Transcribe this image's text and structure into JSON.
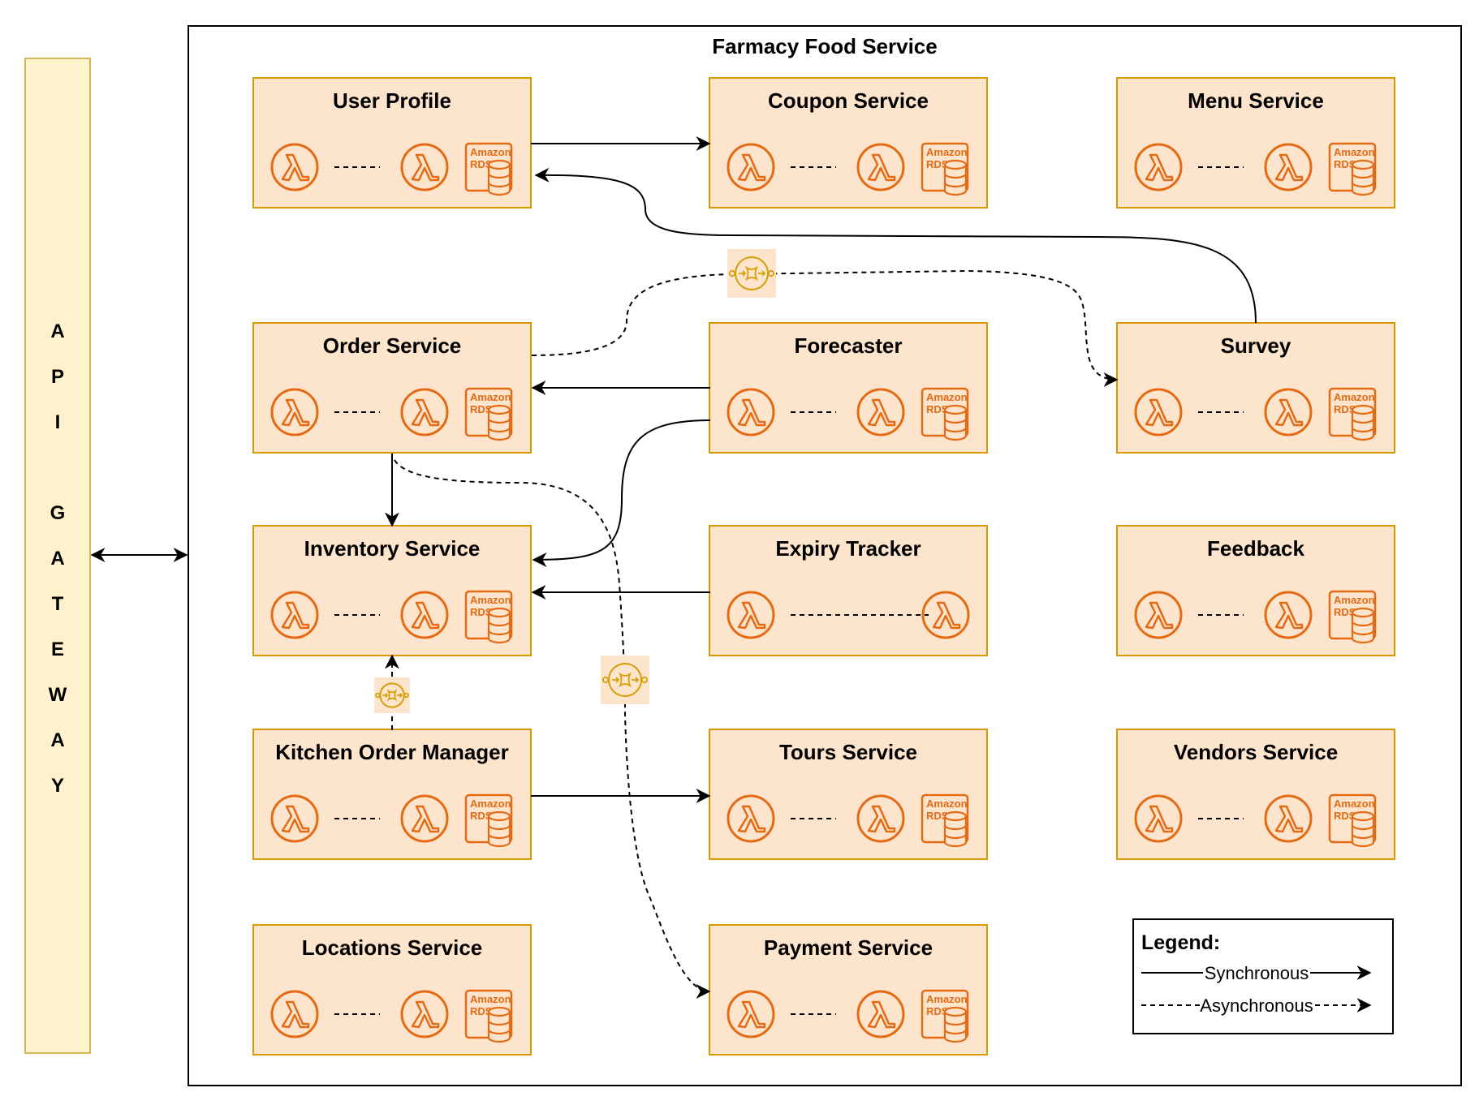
{
  "title": "Farmacy Food Service",
  "gateway": {
    "letters": [
      "A",
      "P",
      "I",
      "",
      "G",
      "A",
      "T",
      "E",
      "W",
      "A",
      "Y"
    ]
  },
  "services": [
    {
      "name": "User Profile",
      "rds": true
    },
    {
      "name": "Coupon Service",
      "rds": true
    },
    {
      "name": "Menu Service",
      "rds": true
    },
    {
      "name": "Order Service",
      "rds": true
    },
    {
      "name": "Forecaster",
      "rds": true
    },
    {
      "name": "Survey",
      "rds": true
    },
    {
      "name": "Inventory Service",
      "rds": true
    },
    {
      "name": "Expiry Tracker",
      "rds": false
    },
    {
      "name": "Feedback",
      "rds": true
    },
    {
      "name": "Kitchen Order Manager",
      "rds": true
    },
    {
      "name": "Tours Service",
      "rds": true
    },
    {
      "name": "Vendors Service",
      "rds": true
    },
    {
      "name": "Locations Service",
      "rds": true
    },
    {
      "name": "Payment Service",
      "rds": true
    }
  ],
  "rds_label": {
    "line1": "Amazon",
    "line2": "RDS"
  },
  "legend": {
    "title": "Legend:",
    "synchronous": "Synchronous",
    "asynchronous": "Asynchronous"
  },
  "colors": {
    "box_fill": "#FDE4CC",
    "box_stroke": "#D79B00",
    "icon_orange": "#E46A14",
    "gateway_fill": "#FFF2CC",
    "gateway_stroke": "#D6B656",
    "queue_fill": "#FDE4CC",
    "queue_icon": "#D6A008"
  }
}
